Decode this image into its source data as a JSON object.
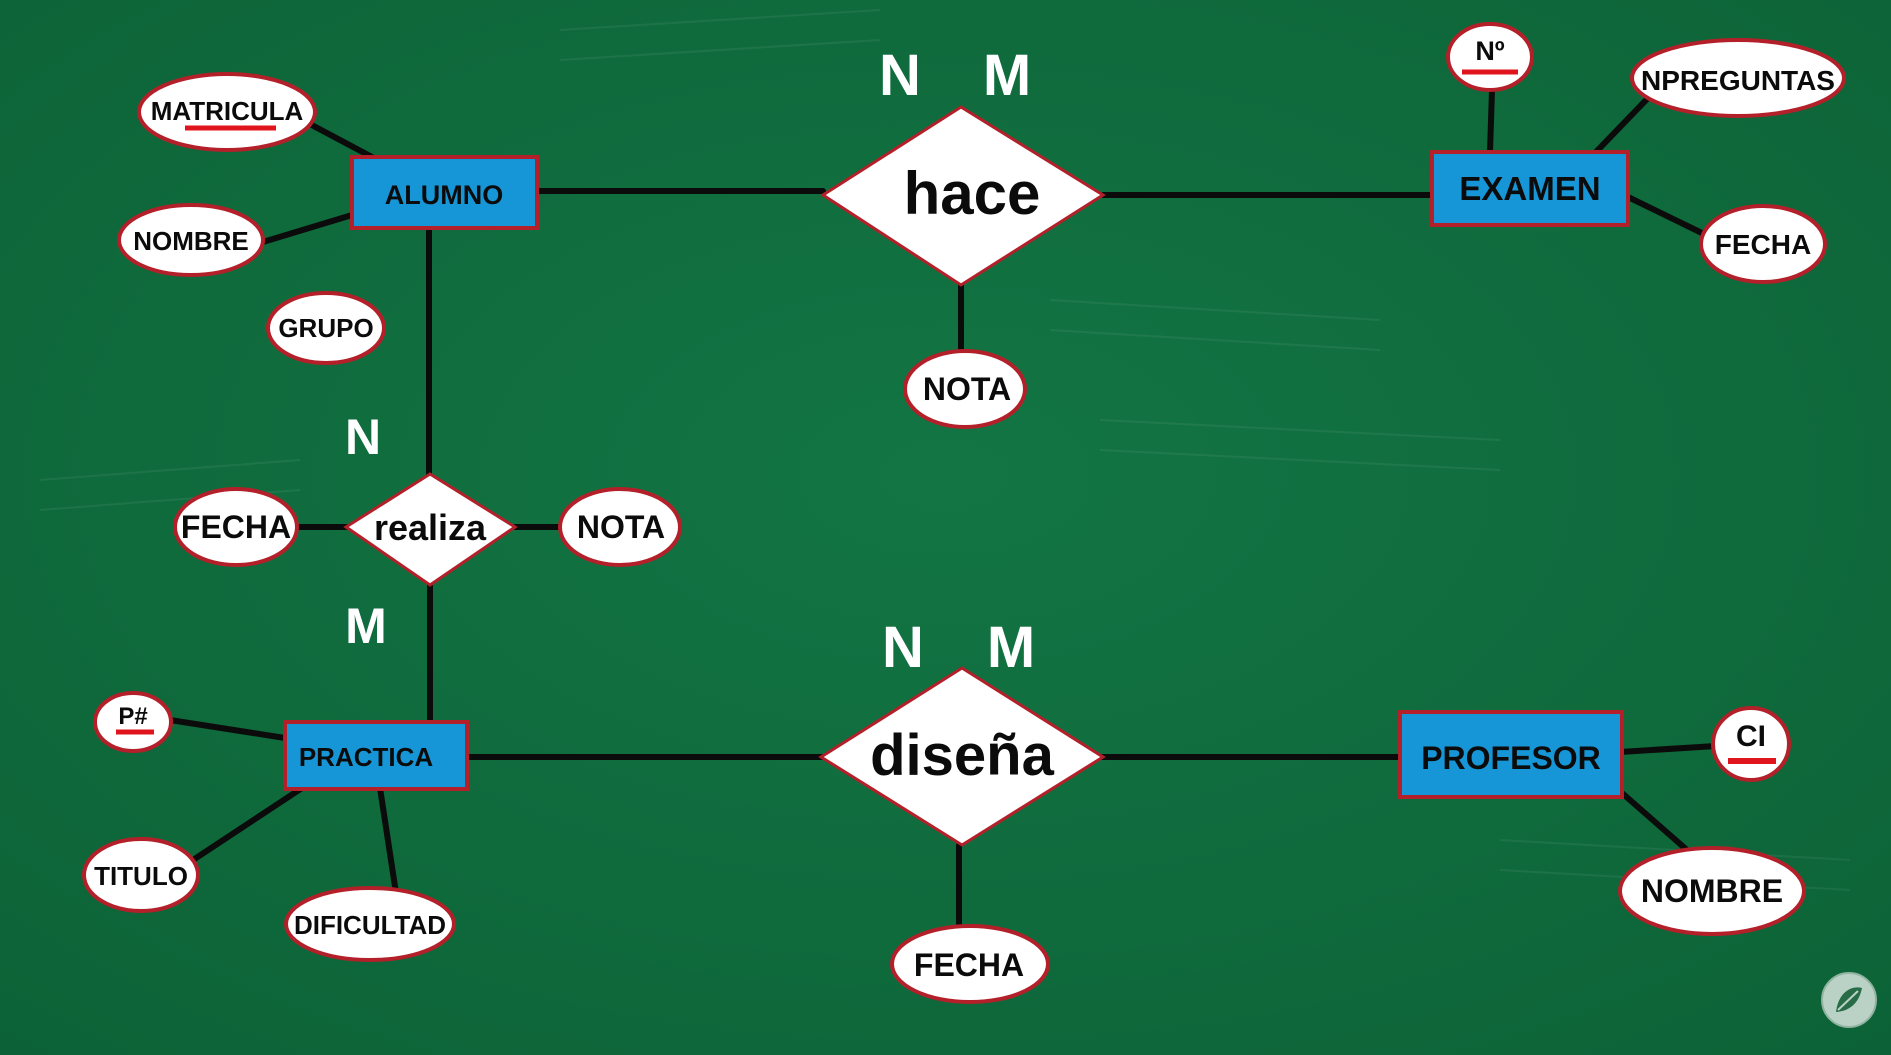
{
  "entities": {
    "alumno": "ALUMNO",
    "examen": "EXAMEN",
    "practica": "PRACTICA",
    "profesor": "PROFESOR"
  },
  "relationships": {
    "hace": "hace",
    "realiza": "realiza",
    "disena": "diseña"
  },
  "attributes": {
    "alumno_matricula": "MATRICULA",
    "alumno_nombre": "NOMBRE",
    "alumno_grupo": "GRUPO",
    "examen_numero": "Nº",
    "examen_npreguntas": "NPREGUNTAS",
    "examen_fecha": "FECHA",
    "hace_nota": "NOTA",
    "realiza_fecha": "FECHA",
    "realiza_nota": "NOTA",
    "practica_p": "P#",
    "practica_titulo": "TITULO",
    "practica_dificultad": "DIFICULTAD",
    "profesor_ci": "CI",
    "profesor_nombre": "NOMBRE",
    "disena_fecha": "FECHA"
  },
  "cardinalities": {
    "hace_n": "N",
    "hace_m": "M",
    "realiza_n": "N",
    "realiza_m": "M",
    "disena_n": "N",
    "disena_m": "M"
  },
  "colors": {
    "background": "#0f6b3c",
    "entity_fill": "#1696d6",
    "border": "#b3202a",
    "key_underline": "#e0141c",
    "line": "#0b0b0b"
  },
  "icons": {
    "watermark": "leaf-logo-icon"
  }
}
